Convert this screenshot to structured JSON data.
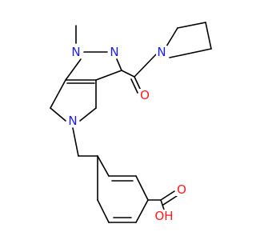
{
  "structure": {
    "atom_labels": {
      "n_ring1": "N",
      "methyl": "",
      "n_ring2": "N",
      "n_pyrrolidine": "N",
      "o_carbonyl": "O",
      "n_piperidine": "N",
      "o_acid_double": "O",
      "oh_acid": "OH"
    },
    "colors": {
      "bond": "#000000",
      "nitrogen": "#1a1aff",
      "oxygen": "#ff1a1a"
    }
  }
}
